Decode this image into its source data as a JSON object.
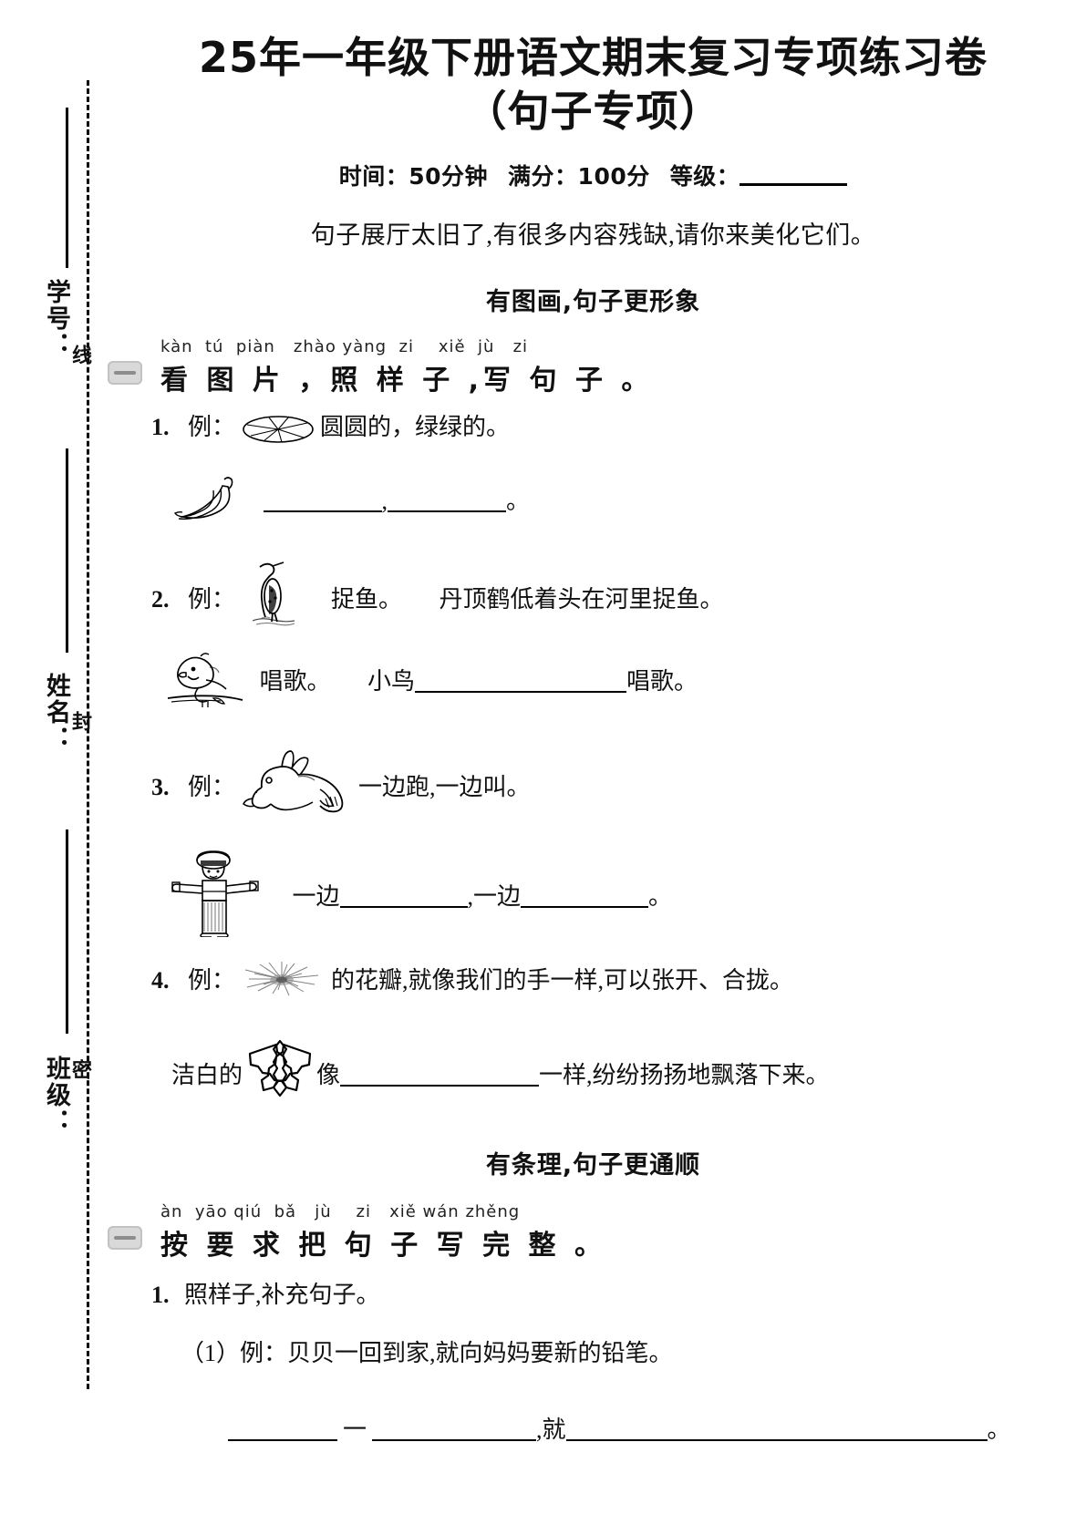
{
  "margin": {
    "fields": [
      {
        "label": "学号：",
        "seal": "线"
      },
      {
        "label": "姓名：",
        "seal": "封"
      },
      {
        "label": "班级：",
        "seal": "密"
      }
    ]
  },
  "header": {
    "title_line1": "25年一年级下册语文期末复习专项练习卷",
    "title_line2": "（句子专项）",
    "time_label": "时间：50分钟",
    "score_label": "满分：100分",
    "grade_label": "等级：",
    "intro": "句子展厅太旧了,有很多内容残缺,请你来美化它们。"
  },
  "sections": [
    {
      "banner": "有图画,句子更形象",
      "pinyin": "kàn  tú  piàn   zhào yàng  zi    xiě  jù   zi",
      "task_title": "看 图 片 ，照 样 子 ,写 句 子 。",
      "items": [
        {
          "num": "1.",
          "example_prefix": "例：",
          "example_icon": "lotus-leaf-icon",
          "example_text": "圆圆的，绿绿的。",
          "answer_icon": "banana-icon",
          "answer_comma": ",",
          "answer_period": "。"
        },
        {
          "num": "2.",
          "example_prefix": "例：",
          "example_icon": "crane-icon",
          "example_text_a": "捉鱼。",
          "example_text_b": "丹顶鹤低着头在河里捉鱼。",
          "answer_icon": "singing-bird-icon",
          "answer_text_a": "唱歌。",
          "answer_text_b": "小鸟",
          "answer_text_c": "唱歌。"
        },
        {
          "num": "3.",
          "example_prefix": "例：",
          "example_icon": "rabbit-icon",
          "example_text": "一边跑,一边叫。",
          "answer_icon": "traffic-police-icon",
          "answer_text_a": "一边",
          "answer_text_b": ",一边",
          "answer_period": "。"
        },
        {
          "num": "4.",
          "example_prefix": "例：",
          "example_icon": "flower-icon",
          "example_text": "的花瓣,就像我们的手一样,可以张开、合拢。",
          "answer_text_a": "洁白的",
          "answer_icon": "snowflake-icon",
          "answer_text_b": "像",
          "answer_text_c": "一样,纷纷扬扬地飘落下来。"
        }
      ]
    },
    {
      "banner": "有条理,句子更通顺",
      "pinyin": "àn  yāo qiú  bǎ   jù    zi   xiě wán zhěng",
      "task_title": "按 要 求 把 句 子 写 完 整 。",
      "items": [
        {
          "num": "1.",
          "text": "照样子,补充句子。",
          "sub_num": "（1）",
          "sub_prefix": "例：",
          "sub_text": "贝贝一回到家,就向妈妈要新的铅笔。",
          "blank_connector_1": "一",
          "blank_connector_2": ",就",
          "blank_period": "。"
        }
      ]
    }
  ]
}
